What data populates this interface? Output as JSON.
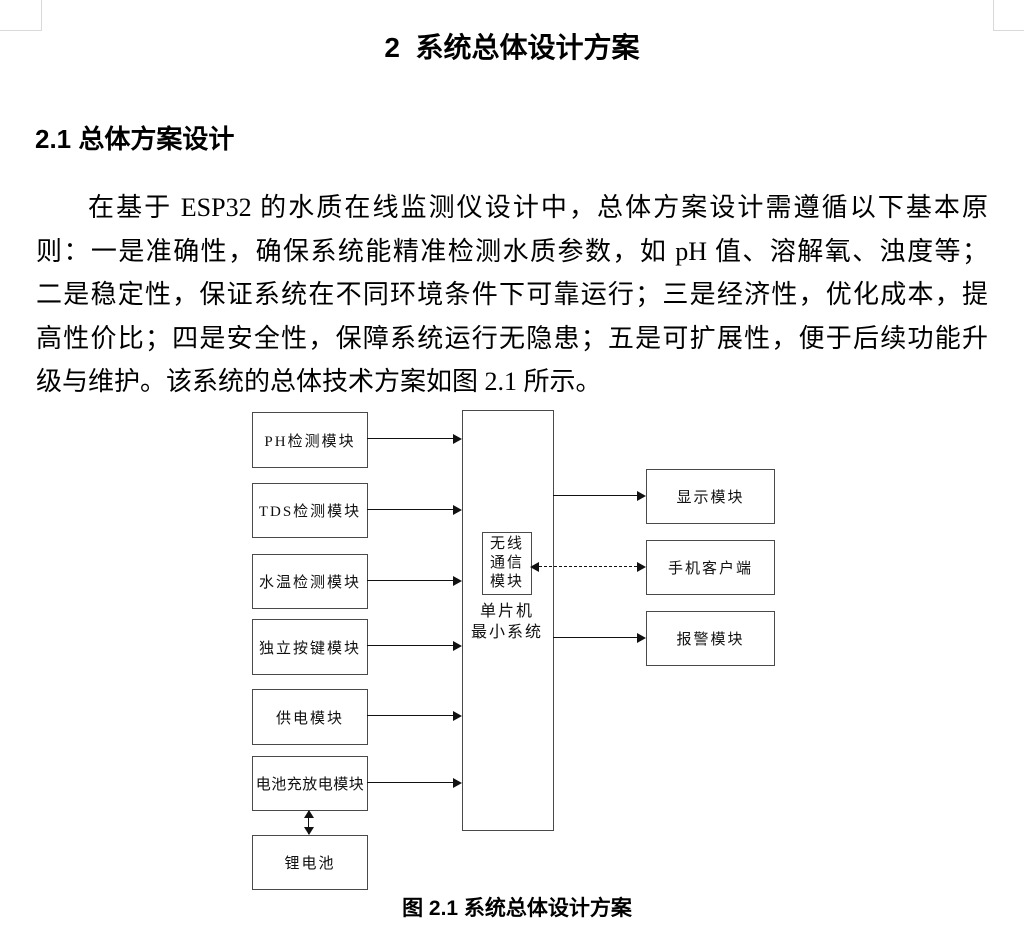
{
  "document": {
    "chapter_title": "2  系统总体设计方案",
    "section_heading": "2.1 总体方案设计",
    "paragraph_lines": [
      "在基于 ESP32 的水质在线监测仪设计中，总体方案设计需遵循以下基本原",
      "则：一是准确性，确保系统能精准检测水质参数，如 pH 值、溶解氧、浊度等；",
      "二是稳定性，保证系统在不同环境条件下可靠运行；三是经济性，优化成本，提",
      "高性价比；四是安全性，保障系统运行无隐患；五是可扩展性，便于后续功能升",
      "级与维护。该系统的总体技术方案如图 2.1 所示。"
    ],
    "figure_caption": "图 2.1 系统总体设计方案"
  },
  "diagram": {
    "left_modules": [
      "PH检测模块",
      "TDS检测模块",
      "水温检测模块",
      "独立按键模块",
      "供电模块",
      "电池充放电模块"
    ],
    "battery_label": "锂电池",
    "mcu_label_line1": "单片机",
    "mcu_label_line2": "最小系统",
    "wireless_line1": "无线",
    "wireless_line2": "通信",
    "wireless_line3": "模块",
    "right_modules": [
      "显示模块",
      "手机客户端",
      "报警模块"
    ],
    "colors": {
      "box_border": "#4a4a4a",
      "arrow_line": "#111111",
      "text": "#000000",
      "corner_mark": "#d9d9d9",
      "page_background": "#ffffff"
    }
  }
}
